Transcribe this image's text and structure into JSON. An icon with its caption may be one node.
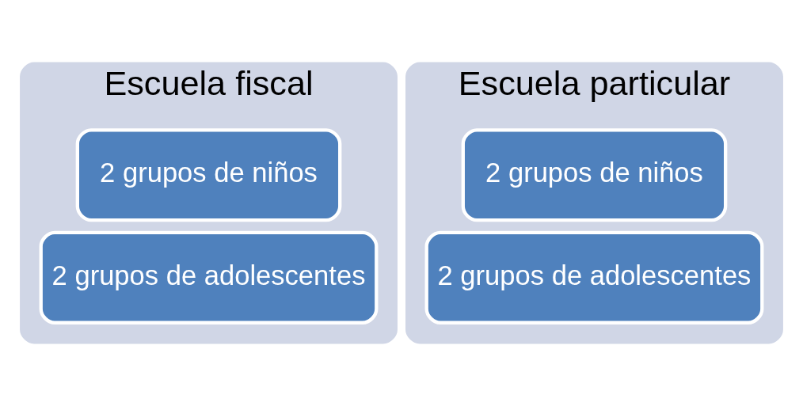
{
  "diagram": {
    "nodes": [
      {
        "text": [
          "Escuela fiscal"
        ]
      },
      {
        "text": [
          "2 grupos de niños"
        ],
        "in": 0
      },
      {
        "text": [
          "2 grupos de adolescentes"
        ],
        "in": 0
      },
      {
        "text": [
          "Escuela particular"
        ]
      },
      {
        "text": [
          "2 grupos de niños"
        ],
        "in": 3
      },
      {
        "text": [
          "2 grupos de adolescentes"
        ],
        "in": 3
      }
    ]
  }
}
